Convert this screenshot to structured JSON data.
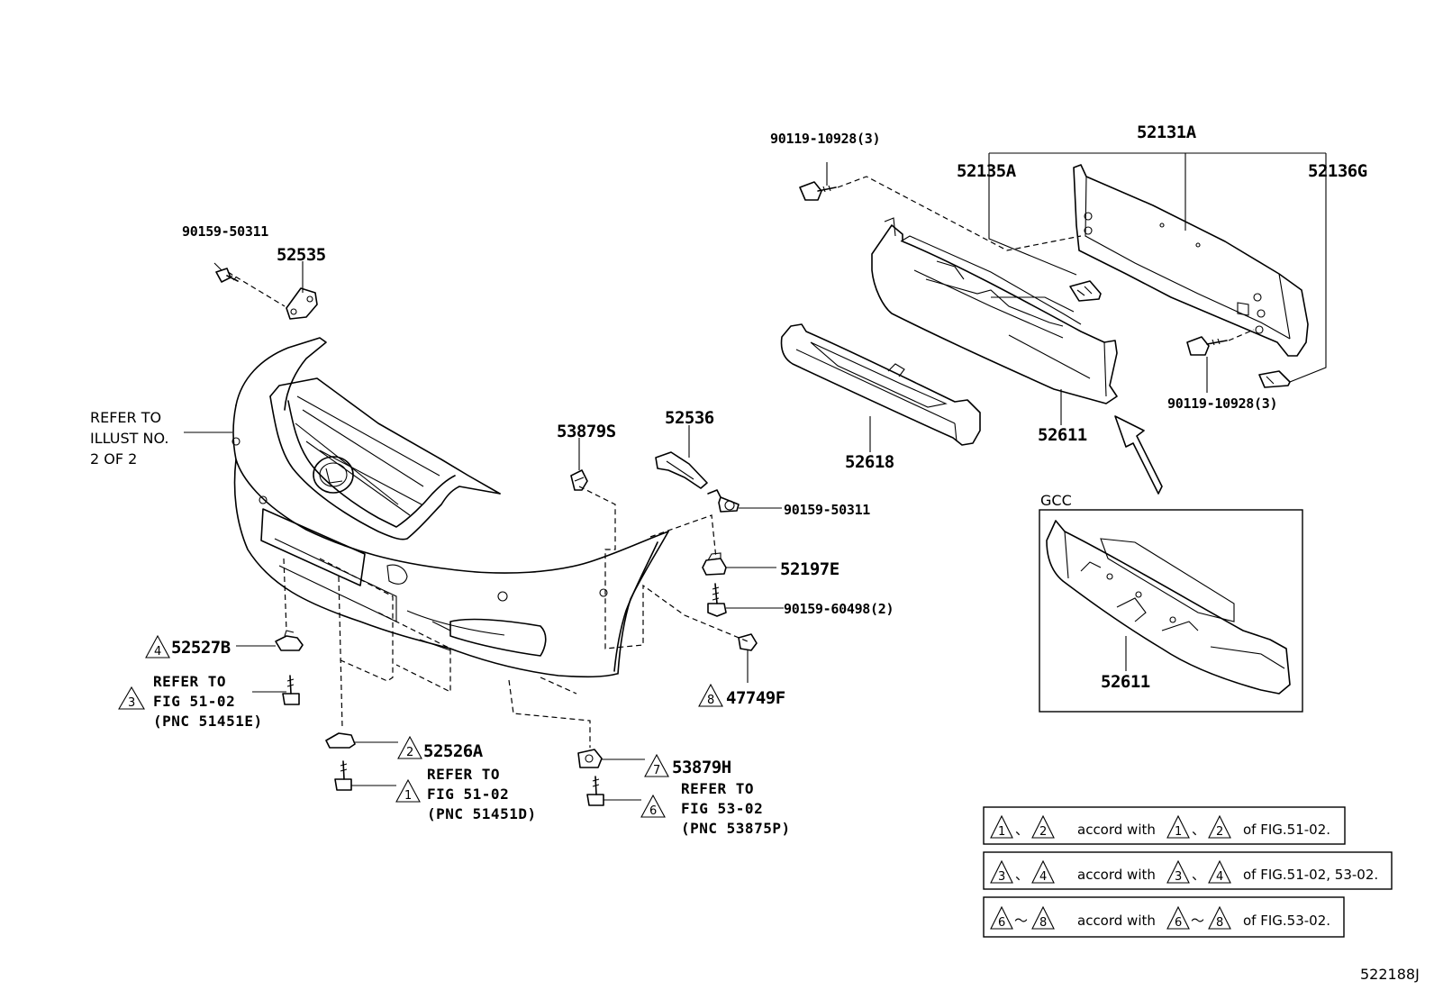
{
  "parts": {
    "p_90119_10928_top": "90119-10928(3)",
    "p_52131A": "52131A",
    "p_52135A": "52135A",
    "p_52136G": "52136G",
    "p_90159_50311_top": "90159-50311",
    "p_52535": "52535",
    "p_53879S": "53879S",
    "p_52536": "52536",
    "p_90159_50311_mid": "90159-50311",
    "p_52197E": "52197E",
    "p_90159_60498": "90159-60498(2)",
    "p_47749F": "47749F",
    "p_52618": "52618",
    "p_52611": "52611",
    "p_90119_10928_right": "90119-10928(3)",
    "p_52611_gcc": "52611",
    "p_52527B": "52527B",
    "p_52526A": "52526A",
    "p_53879H": "53879H"
  },
  "labels": {
    "gcc": "GCC",
    "refer_illust_1": "REFER TO",
    "refer_illust_2": "ILLUST NO.",
    "refer_illust_3": "2 OF 2",
    "ref3_1": "REFER TO",
    "ref3_2": "FIG 51-02",
    "ref3_3": "(PNC 51451E)",
    "ref1_1": "REFER TO",
    "ref1_2": "FIG 51-02",
    "ref1_3": "(PNC 51451D)",
    "ref6_1": "REFER TO",
    "ref6_2": "FIG 53-02",
    "ref6_3": "(PNC 53875P)",
    "figure_id": "522188J"
  },
  "triangles": {
    "t1": "1",
    "t2": "2",
    "t3": "3",
    "t4": "4",
    "t6": "6",
    "t7": "7",
    "t8": "8"
  },
  "notes": {
    "n1_a": "1",
    "n1_b": "2",
    "n1_c": "1",
    "n1_d": "2",
    "n1_sep1": "、",
    "n1_sep2": "、",
    "n1_mid": "accord with",
    "n1_end": "of FIG.51-02.",
    "n2_a": "3",
    "n2_b": "4",
    "n2_c": "3",
    "n2_d": "4",
    "n2_sep1": "、",
    "n2_sep2": "、",
    "n2_mid": "accord with",
    "n2_end": "of FIG.51-02, 53-02.",
    "n3_a": "6",
    "n3_b": "8",
    "n3_c": "6",
    "n3_d": "8",
    "n3_sep1": "～",
    "n3_sep2": "～",
    "n3_mid": "accord with",
    "n3_end": "of FIG.53-02."
  }
}
